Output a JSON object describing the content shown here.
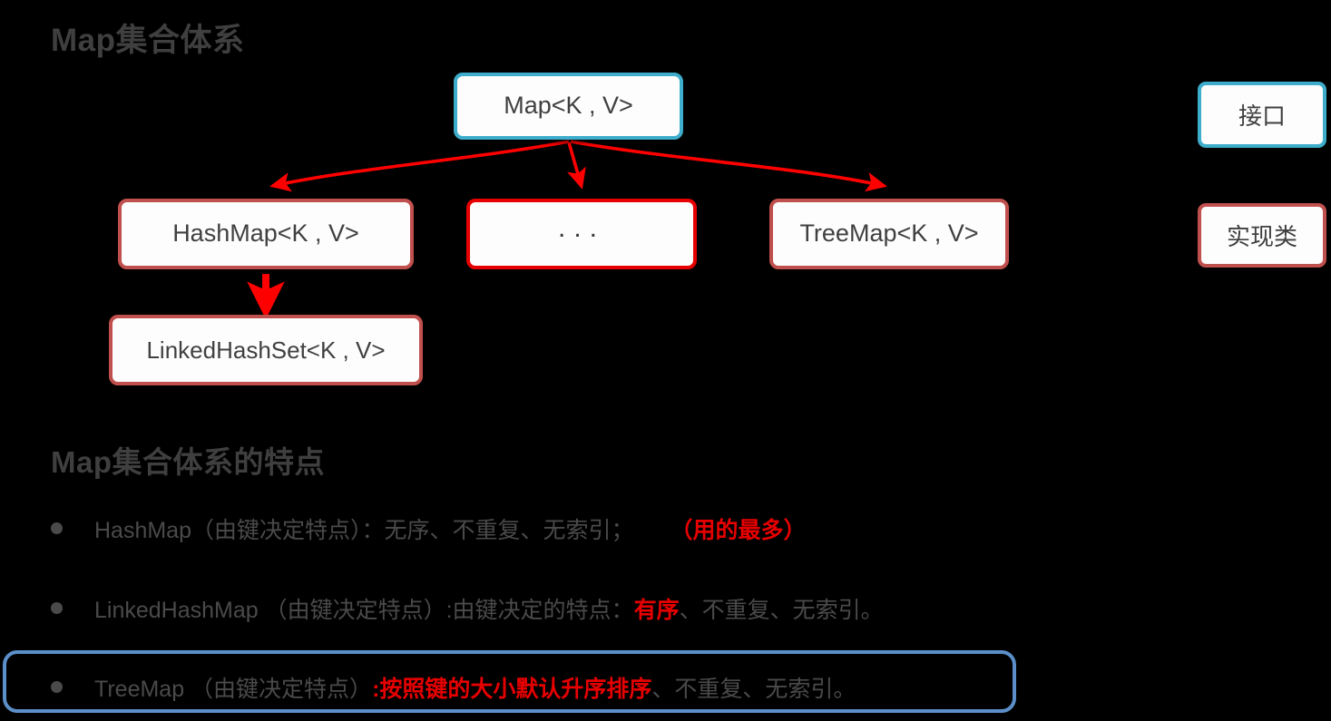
{
  "titles": {
    "main": "Map集合体系",
    "features": "Map集合体系的特点"
  },
  "diagram": {
    "nodes": [
      {
        "id": "map",
        "label": "Map<K , V>",
        "kind": "interface"
      },
      {
        "id": "hashmap",
        "label": "HashMap<K , V>",
        "kind": "impl"
      },
      {
        "id": "dots",
        "label": "...",
        "kind": "dots"
      },
      {
        "id": "treemap",
        "label": "TreeMap<K , V>",
        "kind": "impl"
      },
      {
        "id": "lhs",
        "label": "LinkedHashSet<K , V>",
        "kind": "impl"
      }
    ],
    "arrow_color": "#ff0000"
  },
  "legend": {
    "interface_label": "接口",
    "interface_color": "#3eadcc",
    "impl_label": "实现类",
    "impl_color": "#c0504d"
  },
  "features": {
    "bullets": [
      {
        "name": "HashMap",
        "part1": "HashMap（由键决定特点）：无序、不重复、无索引；",
        "highlight": "（用的最多）",
        "part2": "",
        "highlighted_box": false
      },
      {
        "name": "LinkedHashMap",
        "part1": "LinkedHashMap （由键决定特点）:由键决定的特点：",
        "highlight": "有序",
        "part2": "、不重复、无索引。",
        "highlighted_box": false
      },
      {
        "name": "TreeMap",
        "part1": "TreeMap （由键决定特点）",
        "highlight": ":按照键的大小默认升序排序",
        "part2": "、不重复、无索引。",
        "highlighted_box": true
      }
    ],
    "highlight_color": "#e60000",
    "box_color": "#5b8fc9"
  }
}
